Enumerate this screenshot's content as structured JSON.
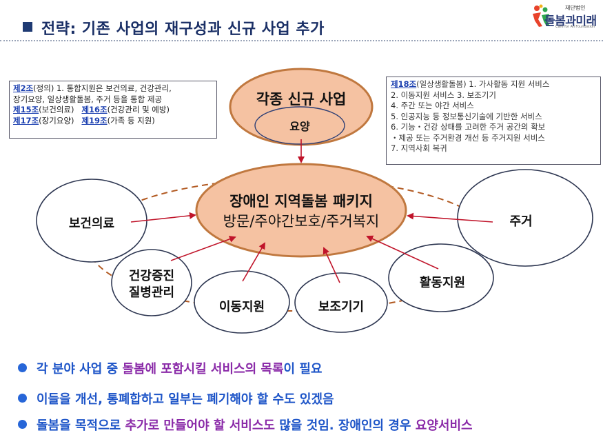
{
  "header": {
    "title": "전략: 기존 사업의 재구성과 신규 사업 추가",
    "logo": {
      "top": "재단법인",
      "name": "돌봄과미래",
      "sub": "Care for All Foundation"
    }
  },
  "left_box": {
    "line1": {
      "ref": "제2조",
      "text": "(정의) 1. 통합지원은 보건의료, 건강관리,"
    },
    "line2": "장기요양, 일상생활돌봄, 주거 등을 통합 제공",
    "line3": {
      "ref_a": "제15조",
      "text_a": "(보건의료)   ",
      "ref_b": "제16조",
      "text_b": "(건강관리 및 예방)"
    },
    "line4": {
      "ref_a": "제17조",
      "text_a": "(장기요양)   ",
      "ref_b": "제19조",
      "text_b": "(가족 등 지원)"
    }
  },
  "right_box": {
    "line1": {
      "ref": "제18조",
      "text": "(일상생활돌봄) 1. 가사활동 지원 서비스"
    },
    "lines": [
      "2. 이동지원 서비스 3. 보조기기",
      "4. 주간 또는 야간 서비스",
      "5. 인공지능 등 정보통신기술에 기반한 서비스",
      "6. 기능・건강 상태를 고려한 주거 공간의 확보",
      "・제공 또는 주거환경 개선 등 주거지원 서비스",
      "7. 지역사회 복귀"
    ]
  },
  "diagram": {
    "new_business": "각종 신규 사업",
    "yoyang": "요양",
    "center_title": "장애인 지역돌봄 패키지",
    "center_sub": "방문/주야간보호/주거복지",
    "health": "보건의료",
    "housing": "주거",
    "prevention_1": "건강증진",
    "prevention_2": "질병관리",
    "mobility": "이동지원",
    "assistive": "보조기기",
    "activity": "활동지원"
  },
  "bullets": {
    "b1": {
      "a": "각 분야 사업 중 ",
      "b": "돌봄에 포함시킬 서비스의 목록",
      "c": "이 필요"
    },
    "b2": {
      "a": "이들을 개선, 통폐합하고 일부는 폐기해야 할 수도 있겠음"
    },
    "b3": {
      "a": "돌봄을 목적으로 ",
      "b": "추가로 만들어야 할 서비스도",
      "c": " 많을 것임. 장애인의 경우 ",
      "d": "요양서비스"
    }
  },
  "colors": {
    "title": "#1a2f66",
    "ellipse_fill": "#f5c2a2",
    "ellipse_stroke": "#c0783f",
    "arrow": "#c0142a",
    "bullet": "#1e55c8",
    "highlight": "#8a2aa8"
  }
}
